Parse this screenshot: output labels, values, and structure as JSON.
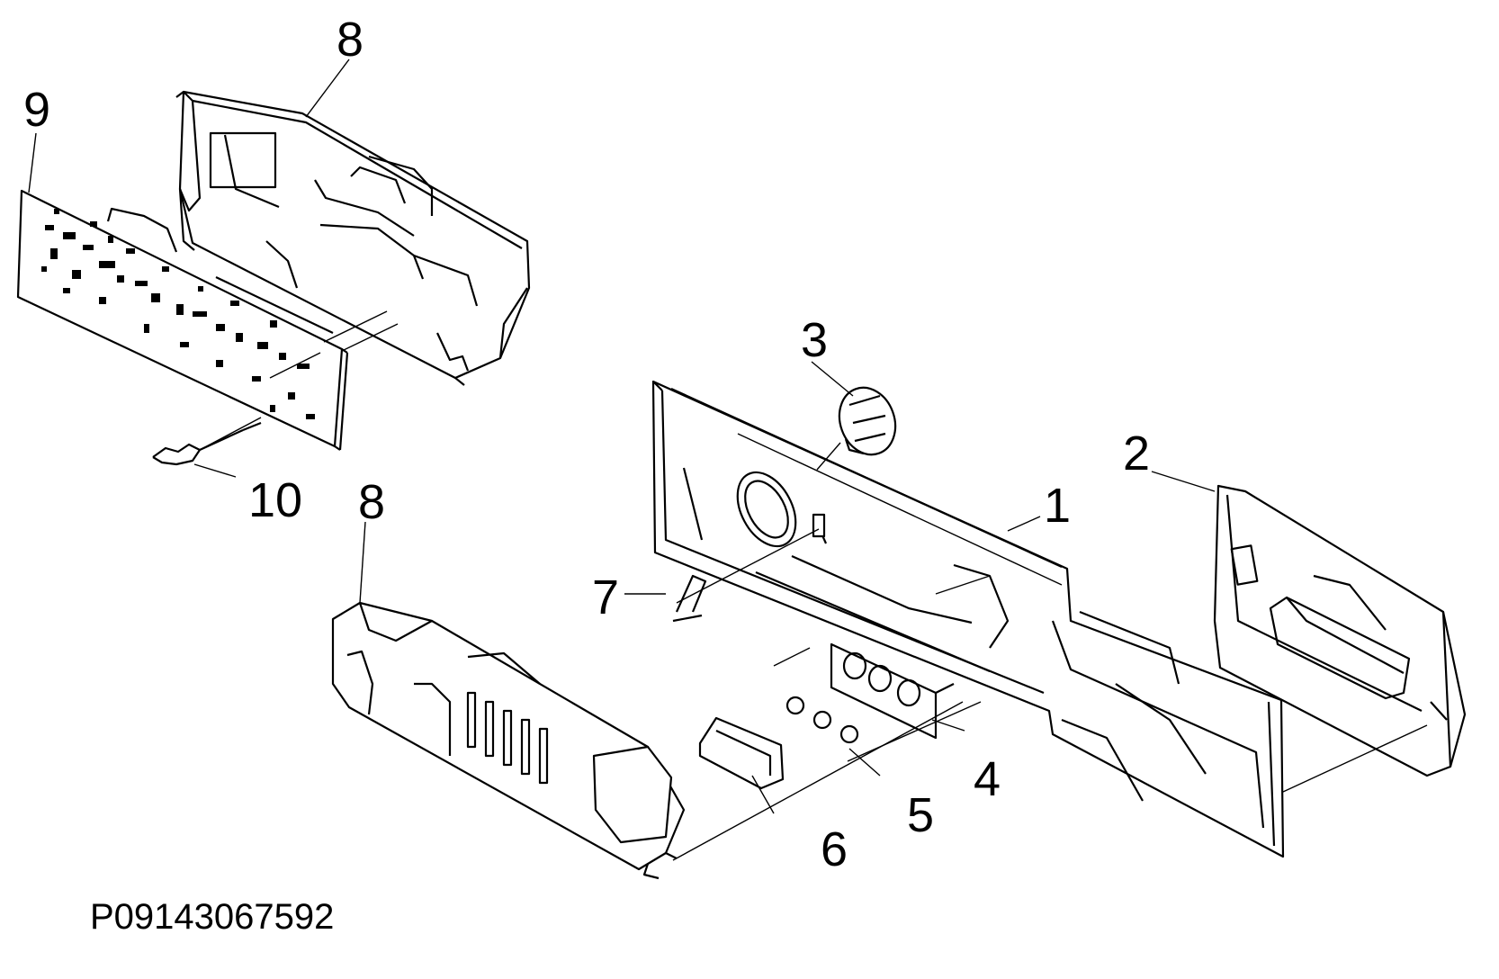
{
  "diagram": {
    "callouts": [
      {
        "id": "c1",
        "label": "1"
      },
      {
        "id": "c2",
        "label": "2"
      },
      {
        "id": "c3",
        "label": "3"
      },
      {
        "id": "c4",
        "label": "4"
      },
      {
        "id": "c5",
        "label": "5"
      },
      {
        "id": "c6",
        "label": "6"
      },
      {
        "id": "c7",
        "label": "7"
      },
      {
        "id": "c8a",
        "label": "8"
      },
      {
        "id": "c8b",
        "label": "8"
      },
      {
        "id": "c9",
        "label": "9"
      },
      {
        "id": "c10",
        "label": "10"
      }
    ],
    "part_code": "P09143067592"
  }
}
